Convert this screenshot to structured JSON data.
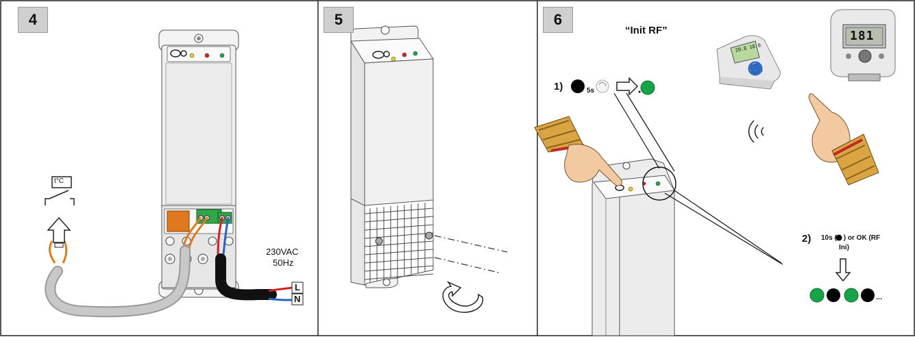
{
  "panels": [
    {
      "step": "4",
      "thermostat_symbol": "t°C",
      "supply_voltage": "230VAC",
      "supply_frequency": "50Hz",
      "terminal_l": "L",
      "terminal_n": "N"
    },
    {
      "step": "5"
    },
    {
      "step": "6",
      "title": "“Init RF”",
      "step1_label": "1)",
      "step1_duration": "5s",
      "step2_label": "2)",
      "step2_text_line1": "10s (",
      "step2_text_line1b": ") or OK (RF",
      "step2_text_line2": "Ini)",
      "ellipsis": "...",
      "thermostat_display": "181",
      "remote_display": "20.8 18.0"
    }
  ],
  "colors": {
    "led_green": "#17a34a",
    "led_black": "#000000",
    "led_red": "#d42020",
    "led_yellow": "#e8d020",
    "wire_orange": "#e07a1c",
    "wire_blue": "#2a5fd0",
    "wire_red": "#d42020",
    "cable_grey": "#c8c8c8",
    "relay_orange": "#e0781e",
    "terminal_green": "#2fa84a",
    "remote_button_blue": "#2f6cc8",
    "skin": "#f2c9a0",
    "sleeve": "#d9a441"
  },
  "icons": [
    "thermostat-switch-icon",
    "up-arrow-icon",
    "rotate-arrow-icon",
    "right-arrow-icon",
    "down-arrow-icon",
    "radio-waves-icon",
    "hand-icon"
  ]
}
